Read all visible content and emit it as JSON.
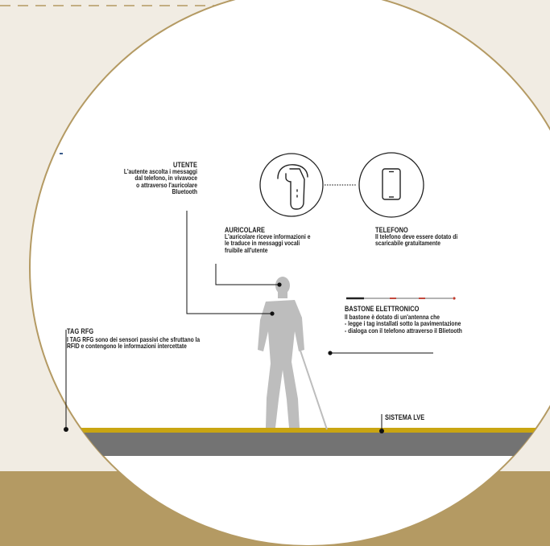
{
  "colors": {
    "background": "#f1ece3",
    "band": "#b49a63",
    "circle_border": "#b49a63",
    "circle_fill": "#ffffff",
    "rail": "#c9a512",
    "ground": "#737373",
    "figure": "#bdbdbd",
    "ink": "#1c1c1c"
  },
  "icons": {
    "earpiece": "bluetooth-earpiece-icon",
    "phone": "smartphone-icon",
    "cane": "electronic-cane-icon",
    "person": "visually-impaired-person-silhouette"
  },
  "utente": {
    "title": "UTENTE",
    "lines": [
      "L'autente ascolta i messaggi",
      "dal telefono, in vivavoce",
      "o attraverso l'auricolare",
      "Bluetooth"
    ]
  },
  "auricolare": {
    "title": "AURICOLARE",
    "lines": [
      "L'auricolare riceve informazioni e",
      "le traduce in messaggi vocali",
      "fruibile all'utente"
    ]
  },
  "telefono": {
    "title": "TELEFONO",
    "lines": [
      "Il telefono deve essere dotato di",
      "scaricabile gratuitamente"
    ]
  },
  "bastone": {
    "title": "BASTONE ELETTRONICO",
    "lines": [
      "Il bastone è dotato di un'antenna che",
      "- legge i tag installati sotto la pavimentazione",
      "- dialoga con il telefono attraverso il Blietooth"
    ]
  },
  "tag": {
    "title": "TAG RFG",
    "lines": [
      "I TAG RFG sono dei sensori passivi che sfruttano la",
      "RFID e contengono le informazioni intercettate"
    ]
  },
  "sistema": {
    "title": "SISTEMA LVE"
  }
}
